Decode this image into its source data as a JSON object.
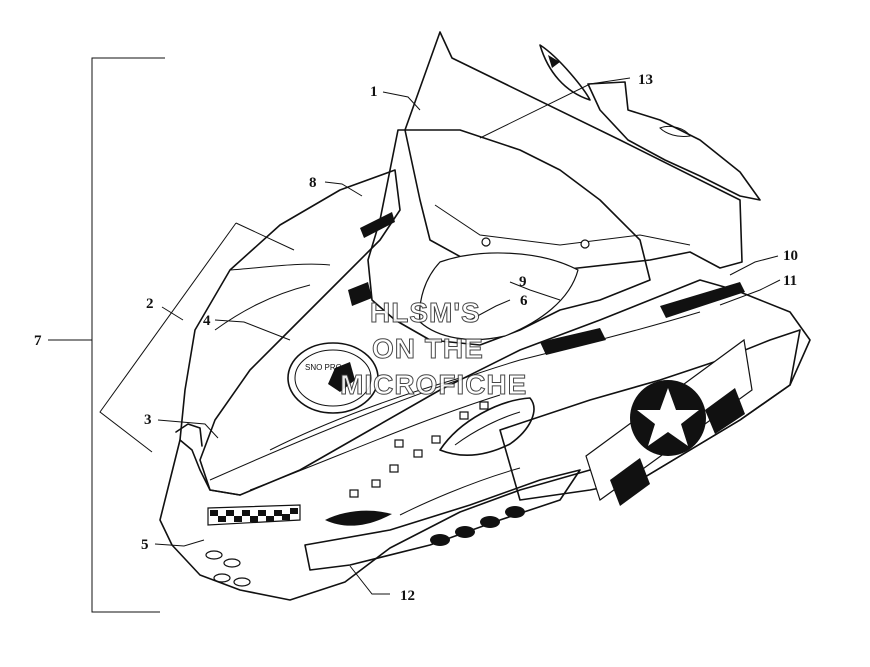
{
  "callouts": [
    "1",
    "2",
    "3",
    "4",
    "5",
    "6",
    "7",
    "8",
    "9",
    "10",
    "11",
    "12",
    "13"
  ],
  "watermark": [
    "HLSM'S",
    "ON THE",
    "MICROFICHE"
  ]
}
